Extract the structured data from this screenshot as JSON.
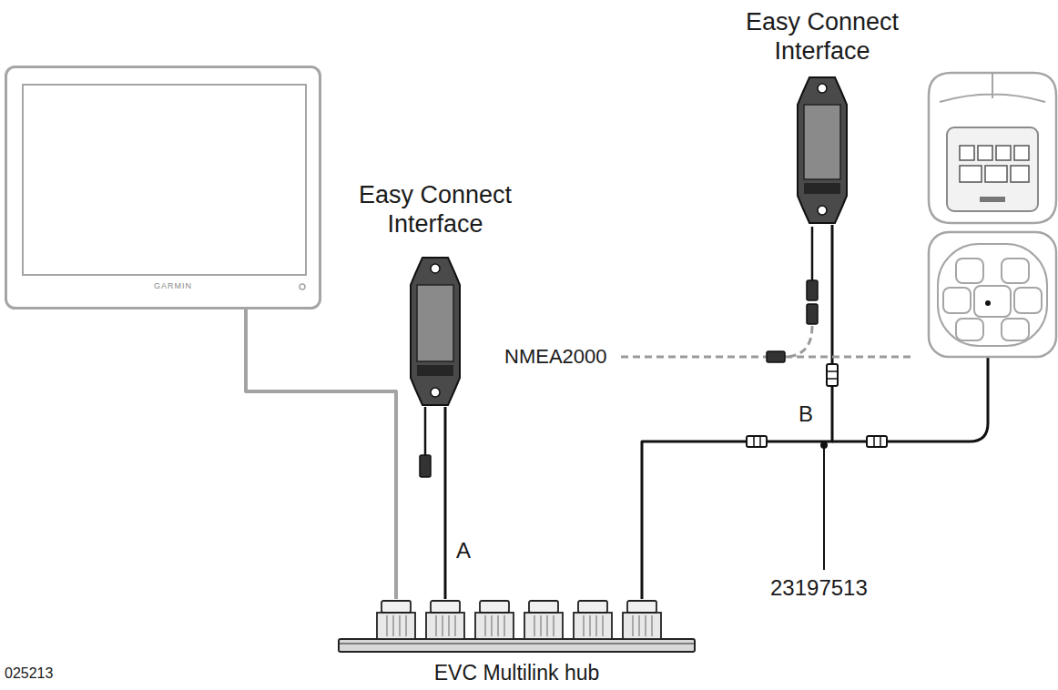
{
  "diagram": {
    "nodes": [
      {
        "text": [
          "GARMIN"
        ]
      },
      {
        "text": [
          "Easy Connect Interface"
        ]
      },
      {
        "text": [
          "Easy Connect Interface"
        ]
      },
      {
        "text": [
          "EVC Multilink hub"
        ]
      }
    ],
    "edges": [
      {
        "from": 0,
        "to": 3,
        "arrow": "none"
      },
      {
        "from": 1,
        "to": 3,
        "label": "A",
        "arrow": "none"
      },
      {
        "from": 2,
        "to": 3,
        "label": "B",
        "arrow": "none"
      }
    ],
    "labels": [
      "NMEA2000",
      "23197513",
      "025213"
    ]
  }
}
